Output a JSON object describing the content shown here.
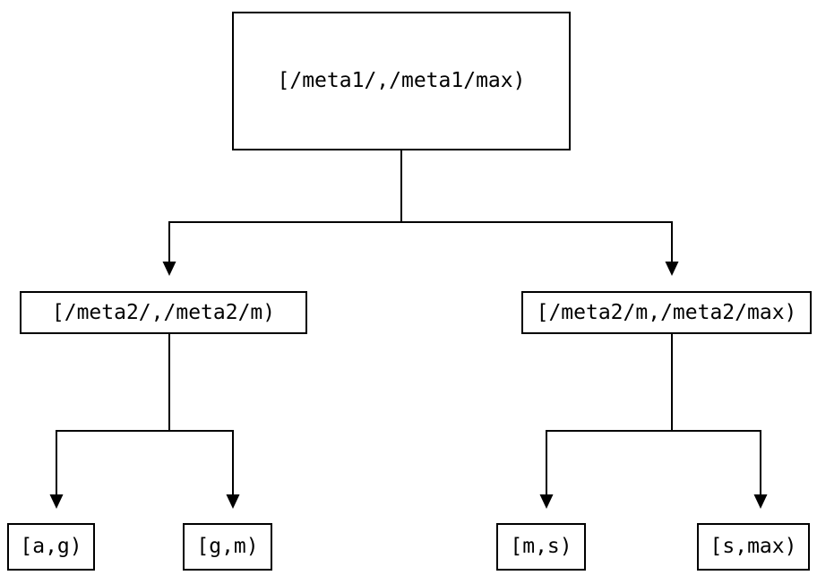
{
  "diagram": {
    "nodes": {
      "root": {
        "label": "[/meta1/,/meta1/max)"
      },
      "mid_left": {
        "label": "[/meta2/,/meta2/m)"
      },
      "mid_right": {
        "label": "[/meta2/m,/meta2/max)"
      },
      "leaf_ag": {
        "label": "[a,g)"
      },
      "leaf_gm": {
        "label": "[g,m)"
      },
      "leaf_ms": {
        "label": "[m,s)"
      },
      "leaf_smax": {
        "label": "[s,max)"
      }
    },
    "edges": [
      {
        "from": "root",
        "to": "mid_left"
      },
      {
        "from": "root",
        "to": "mid_right"
      },
      {
        "from": "mid_left",
        "to": "leaf_ag"
      },
      {
        "from": "mid_left",
        "to": "leaf_gm"
      },
      {
        "from": "mid_right",
        "to": "leaf_ms"
      },
      {
        "from": "mid_right",
        "to": "leaf_smax"
      }
    ],
    "colors": {
      "stroke": "#000000",
      "text": "#000000",
      "background": "#ffffff"
    }
  }
}
